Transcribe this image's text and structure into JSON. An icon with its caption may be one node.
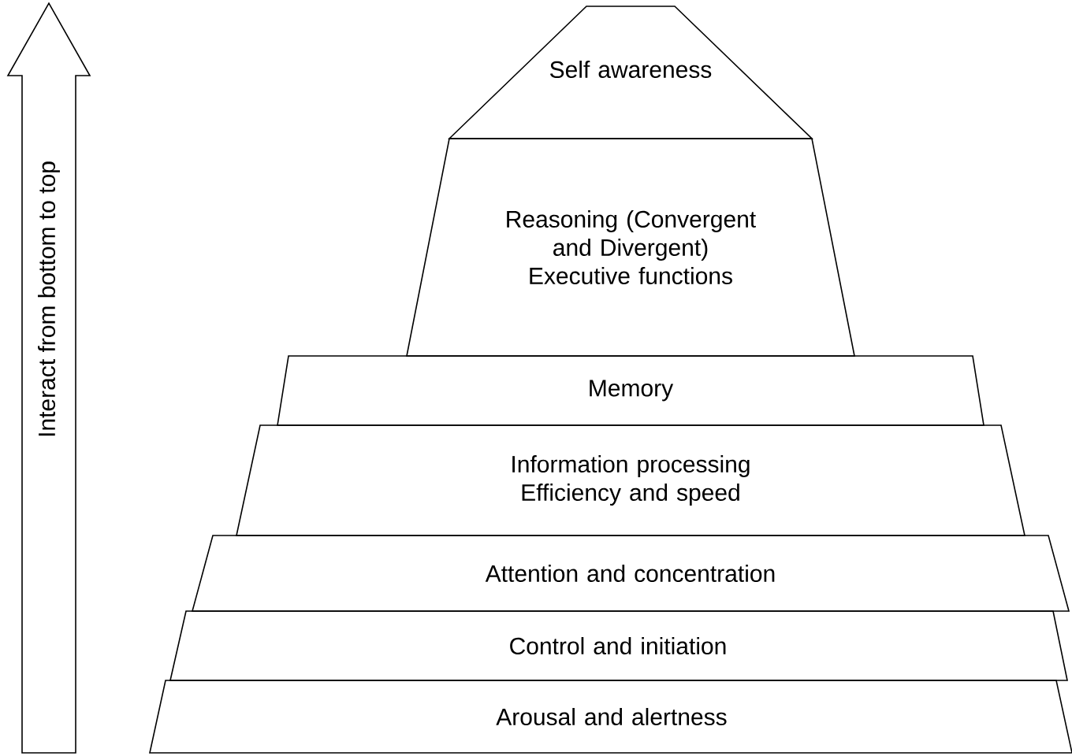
{
  "diagram": {
    "nodes": [
      {
        "text": [
          "Self awareness"
        ]
      },
      {
        "text": [
          "Reasoning (Convergent and Divergent)",
          "Executive functions"
        ]
      },
      {
        "text": [
          "Memory"
        ]
      },
      {
        "text": [
          "Information processing",
          "Efficiency and speed"
        ]
      },
      {
        "text": [
          "Attention and concentration"
        ]
      },
      {
        "text": [
          "Control and initiation"
        ]
      },
      {
        "text": [
          "Arousal and alertness"
        ]
      }
    ],
    "edges": [],
    "labels": [
      "Interact from bottom to top"
    ]
  }
}
